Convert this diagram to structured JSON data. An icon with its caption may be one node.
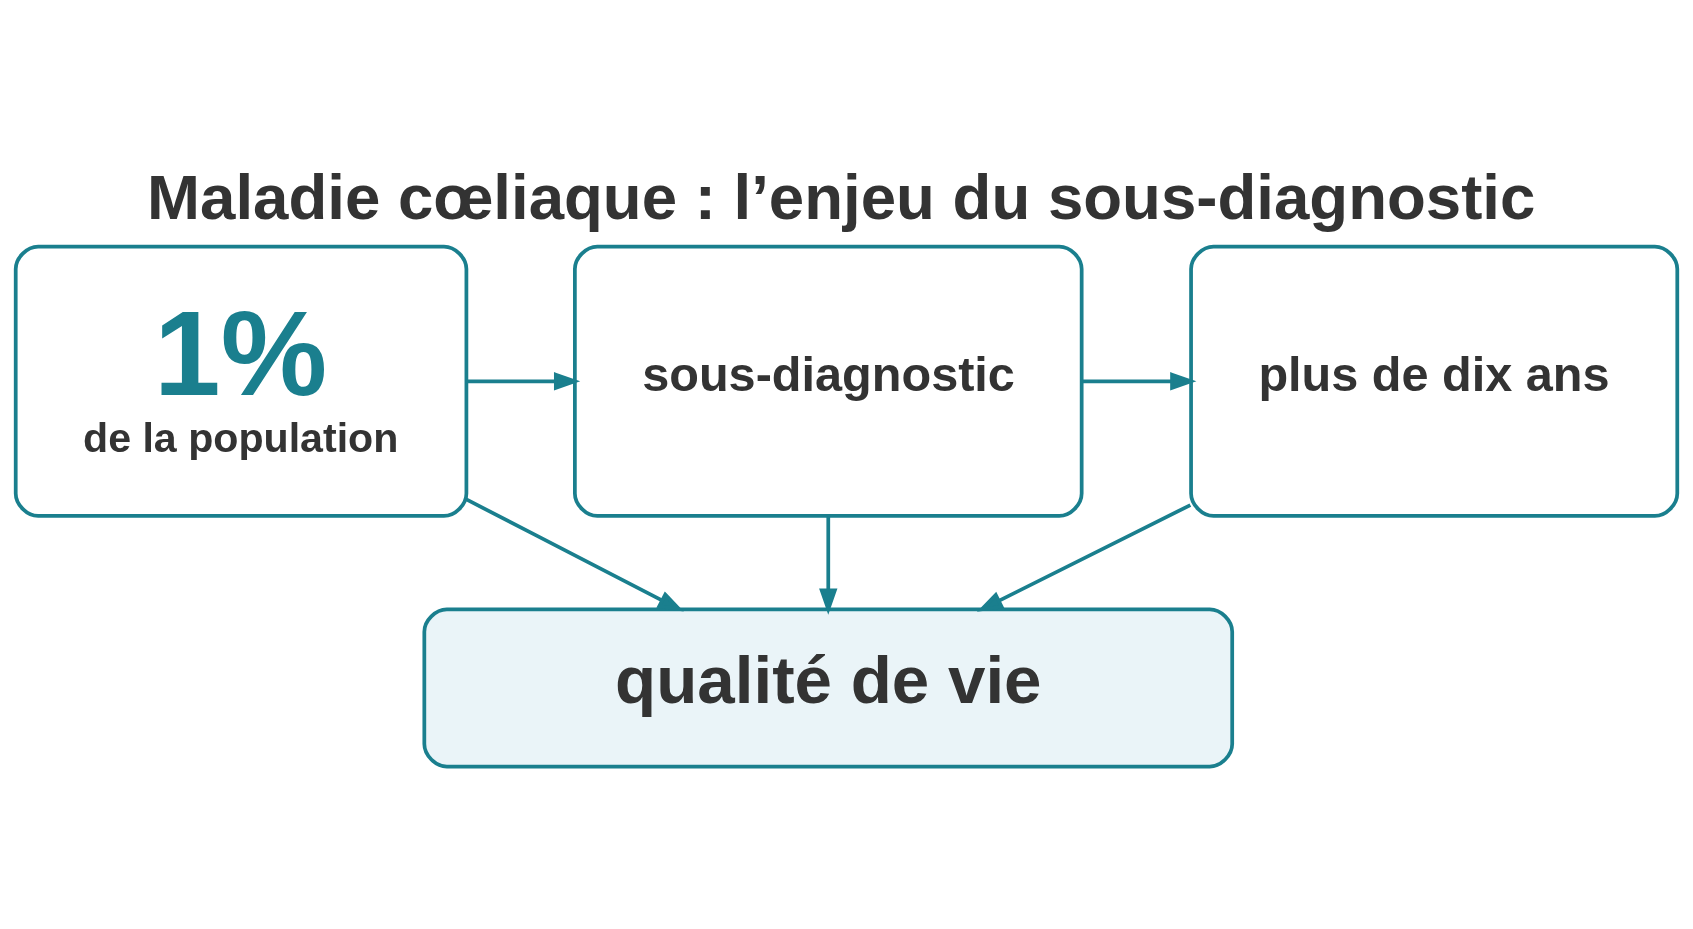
{
  "diagram": {
    "title": "Maladie cœliaque : l’enjeu du sous-diagnostic",
    "nodes": [
      {
        "text": [
          "1%",
          "de la population"
        ]
      },
      {
        "text": [
          "sous-diagnostic"
        ]
      },
      {
        "text": [
          "plus de dix ans"
        ]
      },
      {
        "text": [
          "qualité de vie"
        ]
      }
    ],
    "edges": [
      {
        "from": 0,
        "to": 1,
        "arrow": "to"
      },
      {
        "from": 1,
        "to": 2,
        "arrow": "to"
      },
      {
        "from": 0,
        "to": 3,
        "arrow": "to"
      },
      {
        "from": 1,
        "to": 3,
        "arrow": "to"
      },
      {
        "from": 2,
        "to": 3,
        "arrow": "to"
      }
    ]
  }
}
